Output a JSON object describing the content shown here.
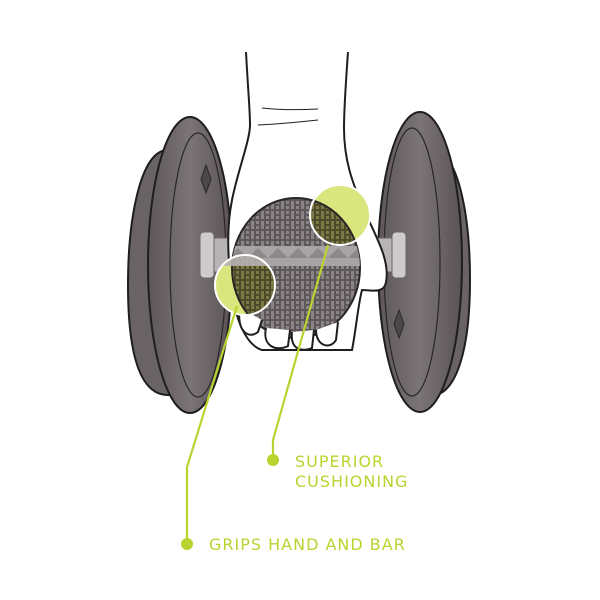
{
  "diagram": {
    "subject": "Hand gripping a dumbbell with a padded grip glove",
    "colors": {
      "accent": "#b9d42e",
      "callout_fill": "#d9e67e",
      "plate": "#6e6769",
      "plate_edge": "#5a5456",
      "bar": "#b8b3b4",
      "pad": "#5d5759",
      "outline": "#1e1e1e"
    },
    "callouts": [
      {
        "id": "cushion",
        "lines": [
          "SUPERIOR",
          "CUSHIONING"
        ],
        "dot": [
          273,
          460
        ]
      },
      {
        "id": "grips",
        "lines": [
          "GRIPS HAND AND BAR"
        ],
        "dot": [
          187,
          544
        ]
      }
    ]
  }
}
